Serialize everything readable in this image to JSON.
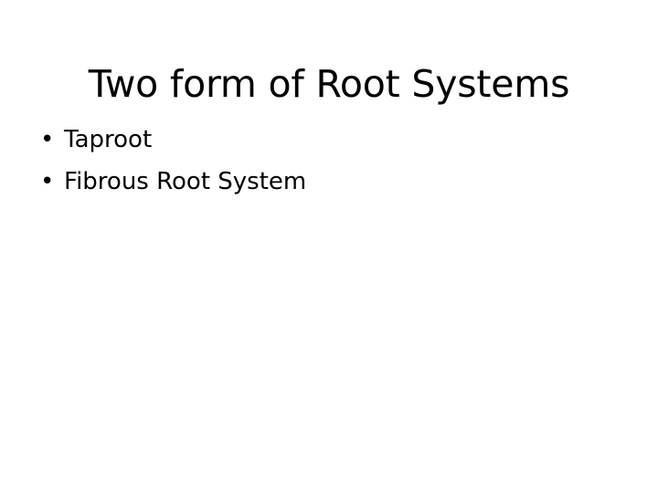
{
  "slide": {
    "background_color": "#ffffff",
    "text_color": "#000000",
    "title": "Two form of Root Systems",
    "bullet_glyph": "•",
    "bullets": [
      {
        "label": "Taproot"
      },
      {
        "label": "Fibrous Root System"
      }
    ]
  }
}
